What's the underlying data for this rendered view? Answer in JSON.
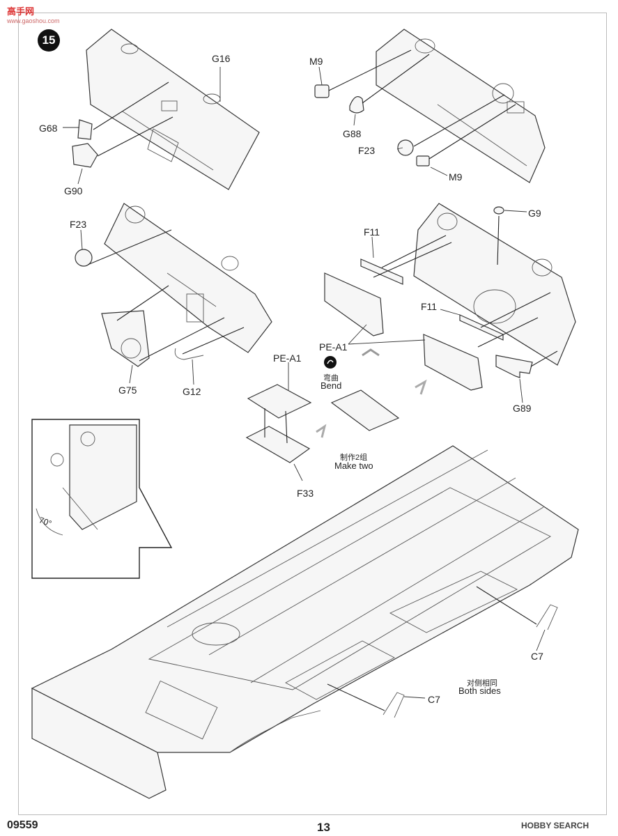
{
  "watermark": {
    "logo": "高手网",
    "url": "www.gaoshou.com"
  },
  "step": "15",
  "labels": {
    "G16": "G16",
    "G68": "G68",
    "G90": "G90",
    "M9a": "M9",
    "G88": "G88",
    "F23a": "F23",
    "M9b": "M9",
    "F23b": "F23",
    "G75": "G75",
    "G12": "G12",
    "F11a": "F11",
    "G9": "G9",
    "F11b": "F11",
    "PEA1a": "PE-A1",
    "PEA1b": "PE-A1",
    "F33": "F33",
    "G89": "G89",
    "C7a": "C7",
    "C7b": "C7",
    "angle": "70°"
  },
  "notes": {
    "bend_cn": "弯曲",
    "bend_en": "Bend",
    "maketwo_cn": "制作2组",
    "maketwo_en": "Make two",
    "both_cn": "对侧相同",
    "both_en": "Both sides"
  },
  "footer": {
    "code": "09559",
    "page": "13",
    "hobby": "HOBBY SEARCH"
  }
}
